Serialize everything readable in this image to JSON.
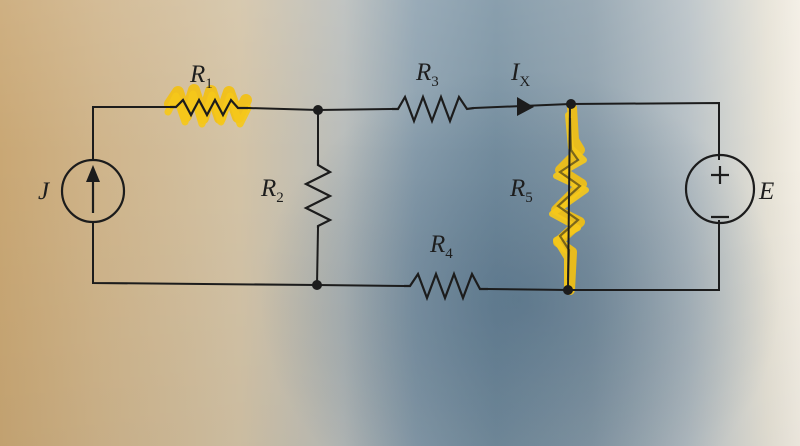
{
  "diagram": {
    "type": "electrical-circuit",
    "colors": {
      "ink": "#1c1c1c",
      "highlighter": "#f2c012"
    },
    "components": {
      "R1": {
        "symbol": "R",
        "subscript": "1",
        "kind": "resistor",
        "highlighted": true
      },
      "R2": {
        "symbol": "R",
        "subscript": "2",
        "kind": "resistor",
        "highlighted": false
      },
      "R3": {
        "symbol": "R",
        "subscript": "3",
        "kind": "resistor",
        "highlighted": false
      },
      "R4": {
        "symbol": "R",
        "subscript": "4",
        "kind": "resistor",
        "highlighted": false
      },
      "R5": {
        "symbol": "R",
        "subscript": "5",
        "kind": "resistor",
        "highlighted": true
      },
      "J": {
        "symbol": "J",
        "kind": "current-source",
        "direction": "up"
      },
      "E": {
        "symbol": "E",
        "kind": "voltage-source",
        "plus": "+",
        "minus": "−"
      },
      "Ix": {
        "symbol": "I",
        "subscript": "X",
        "kind": "current-arrow",
        "direction": "right"
      }
    },
    "topology": [
      "J (left branch) — R1 — node A (top)",
      "node A — R3 — Ix arrow — node B (top)",
      "node A — R2 — node C (bottom)",
      "node C — R4 — node D (bottom)",
      "node B — R5 — node D",
      "node B — E (right branch, + on top) — node D",
      "J bottom — node C"
    ]
  }
}
